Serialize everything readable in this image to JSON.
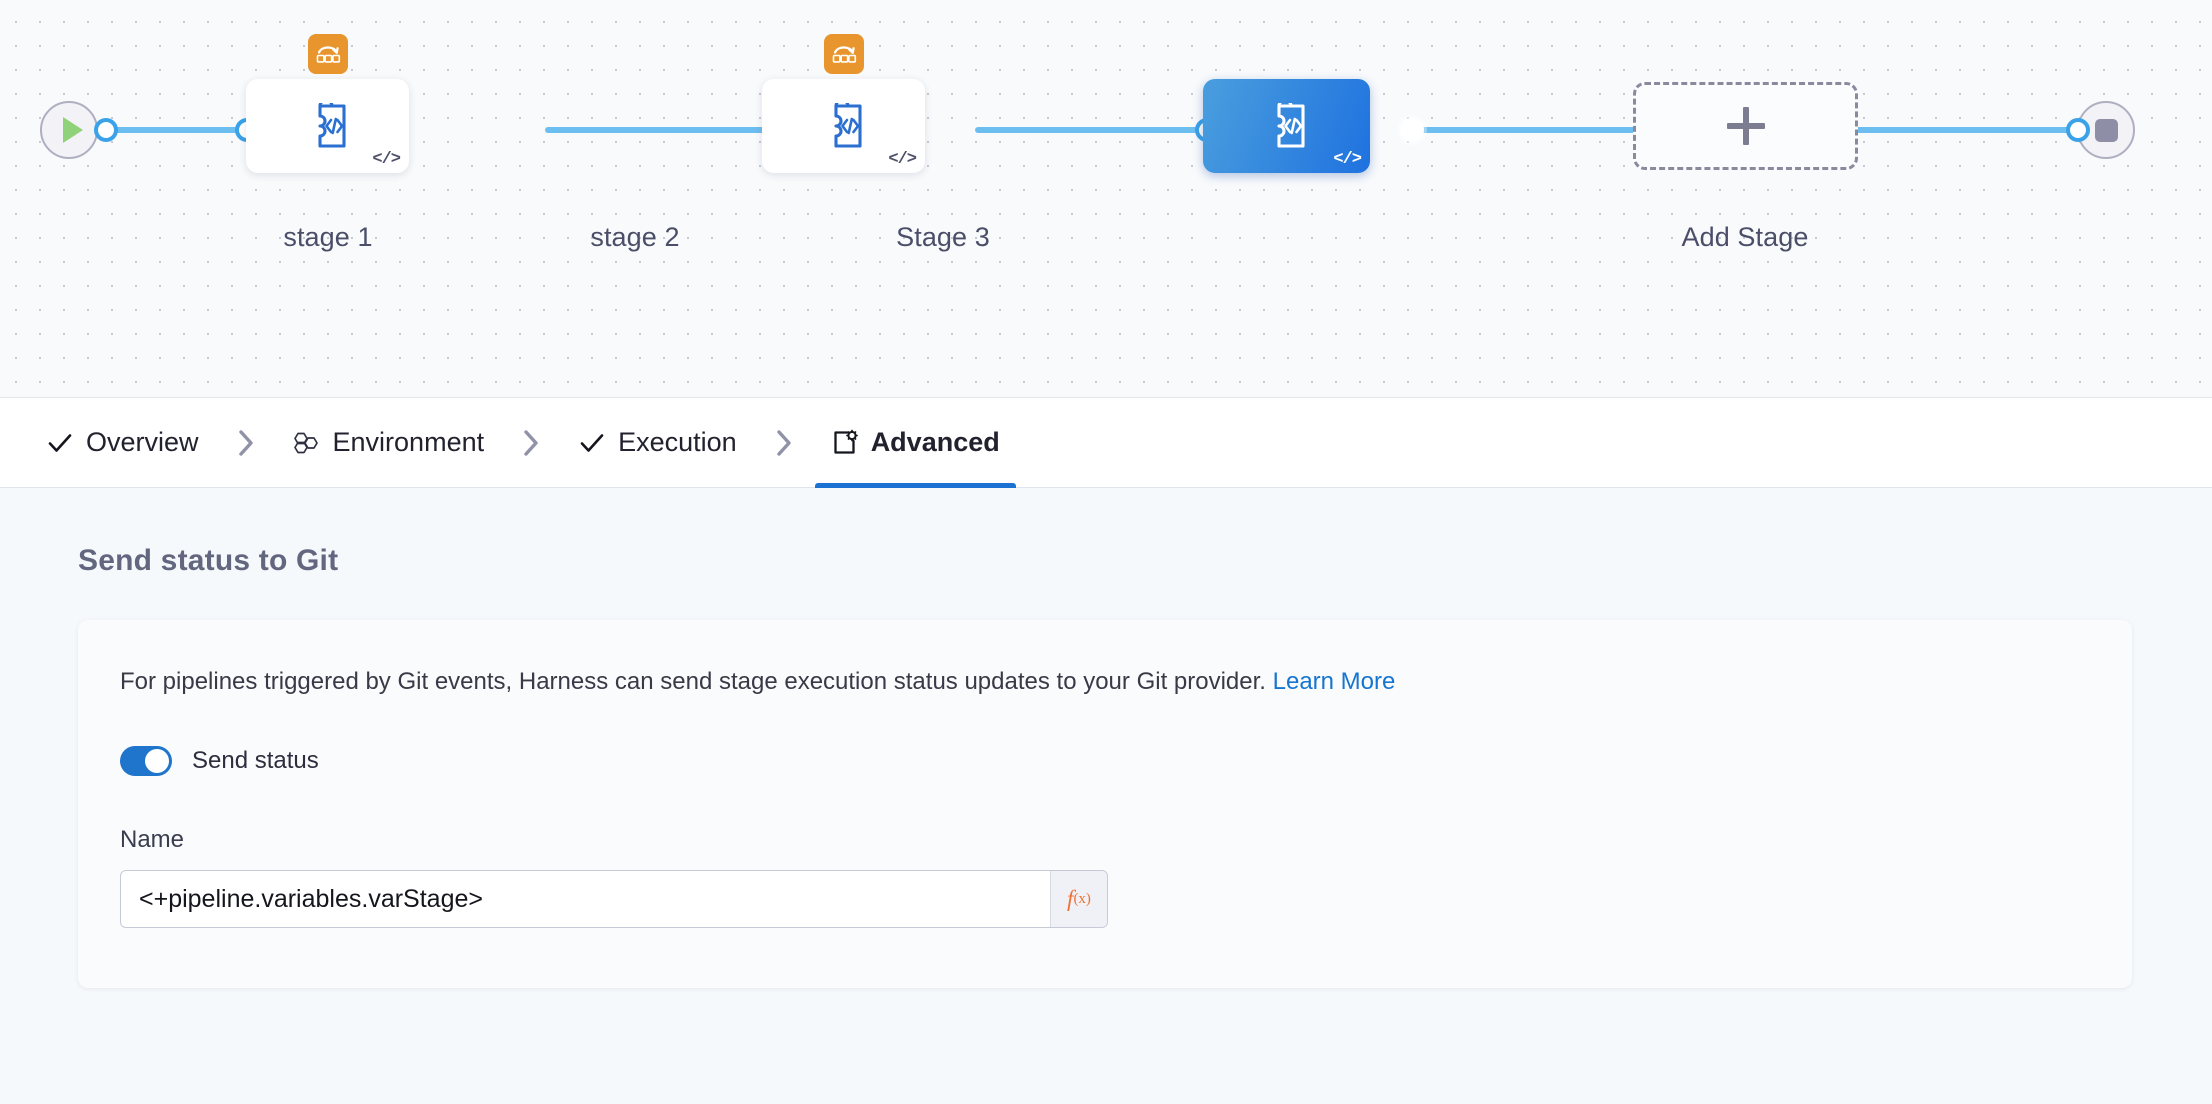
{
  "canvas": {
    "start_node": "start-play-node",
    "end_node": "end-stop-node",
    "add_stage_label": "Add Stage",
    "stages": [
      {
        "label": "stage 1",
        "icon": "custom-stage-code-icon",
        "badge": "matrix-looping-strategy-icon",
        "corner": "</>",
        "selected": false
      },
      {
        "label": "stage 2",
        "icon": "custom-stage-code-icon",
        "badge": "matrix-looping-strategy-icon",
        "corner": "</>",
        "selected": false
      },
      {
        "label": "Stage 3",
        "icon": "custom-stage-code-icon",
        "badge": "",
        "corner": "</>",
        "selected": true
      }
    ]
  },
  "tabs": [
    {
      "label": "Overview",
      "icon": "check-icon",
      "active": false
    },
    {
      "label": "Environment",
      "icon": "hexagons-icon",
      "active": false
    },
    {
      "label": "Execution",
      "icon": "check-icon",
      "active": false
    },
    {
      "label": "Advanced",
      "icon": "document-gear-icon",
      "active": true
    }
  ],
  "tab_separator": "chevron-right-icon",
  "content": {
    "section_title": "Send status to Git",
    "description_text": "For pipelines triggered by Git events, Harness can send stage execution status updates to your Git provider.",
    "learn_more_label": "Learn More",
    "toggle": {
      "label": "Send status",
      "on": true
    },
    "name_field": {
      "label": "Name",
      "value": "<+pipeline.variables.varStage>",
      "placeholder": "Name",
      "fx_label": "f",
      "fx_sub": "(x)"
    }
  },
  "colors": {
    "accent_blue": "#1c72d2",
    "rail_blue": "#6cbef0",
    "badge_orange": "#e8952e",
    "fx_orange": "#ef7235",
    "link_blue": "#1675d0",
    "canvas_bg": "#f8fafc",
    "page_bg": "#f6f9fc"
  }
}
